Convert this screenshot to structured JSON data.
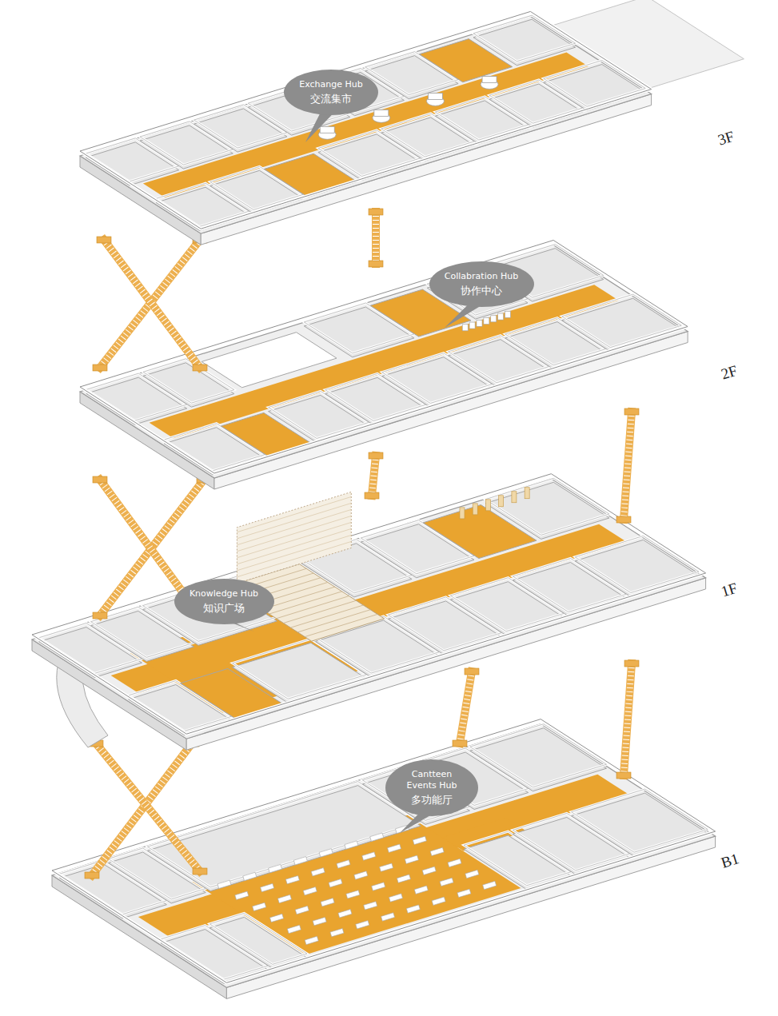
{
  "diagram": {
    "nodes": [
      {
        "text": [
          "Exchange Hub",
          "交流集市"
        ]
      },
      {
        "text": [
          "Collabration Hub",
          "协作中心"
        ]
      },
      {
        "text": [
          "Knowledge Hub",
          "知识广场"
        ]
      },
      {
        "text": [
          "Cantteen Events Hub",
          "多功能厅"
        ]
      }
    ],
    "labels": [
      "3F",
      "2F",
      "1F",
      "B1"
    ]
  }
}
